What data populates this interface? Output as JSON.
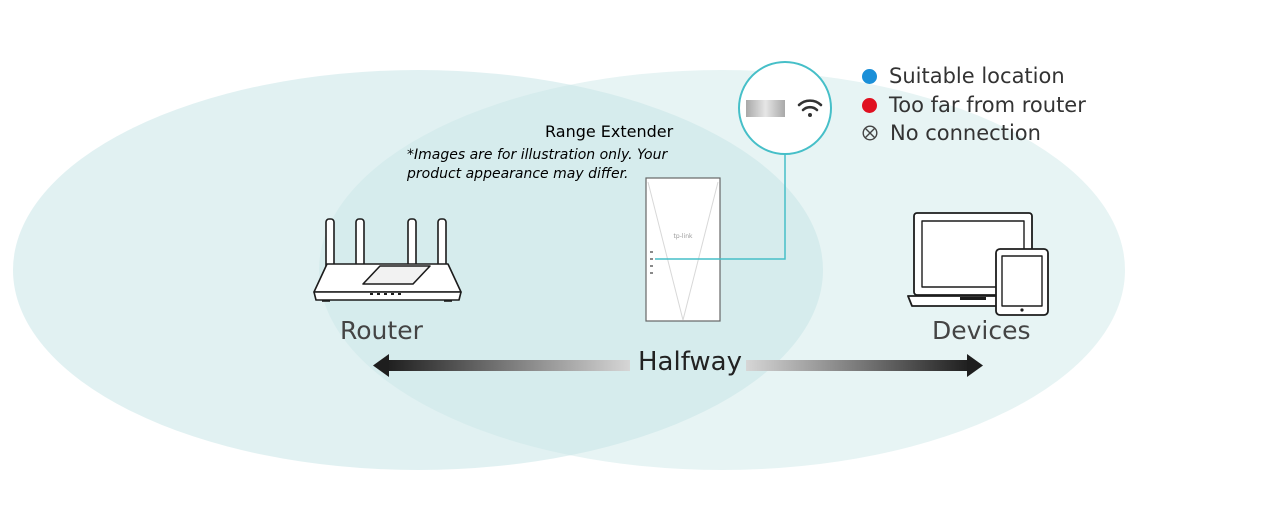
{
  "legend": [
    {
      "label": "Suitable location",
      "color": "#1a8fd8",
      "marker": "dot"
    },
    {
      "label": "Too far from router",
      "color": "#e01020",
      "marker": "dot"
    },
    {
      "label": "No connection",
      "color": "#444444",
      "marker": "circled-x"
    }
  ],
  "labels": {
    "extender": "Range Extender",
    "note_line1": "*Images are for illustration only. Your",
    "note_line2": "product appearance may differ.",
    "router": "Router",
    "devices": "Devices",
    "halfway": "Halfway"
  },
  "colors": {
    "coverage": "#c9e6e7",
    "callout": "#46bfc8",
    "arrow_dark": "#222222"
  },
  "icons": {
    "router": "router-icon",
    "extender": "range-extender-icon",
    "devices": "laptop-tablet-icon",
    "wifi": "wifi-icon",
    "led": "led-indicator-icon"
  }
}
